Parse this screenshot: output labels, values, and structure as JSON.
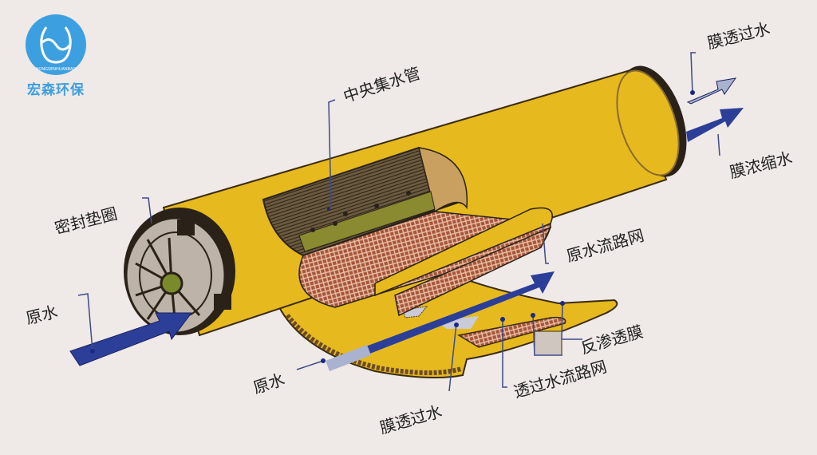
{
  "brand": {
    "name": "宏森环保",
    "ring_text": "HONGSENHUANBAO",
    "color": "#3c9fe0"
  },
  "diagram": {
    "subject": "Spiral-wound reverse osmosis membrane element (cutaway)",
    "colors": {
      "background": "#efe9e7",
      "shell_yellow": "#e6b91e",
      "shell_outline": "#3a2a10",
      "mesh_brown": "#a8553a",
      "feed_arrow_blue": "#2c3f98",
      "permeate_arrow_grey": "#a9b2cf",
      "endcap_grey": "#bdb3a8"
    },
    "labels": {
      "permeate_out_top": "膜透过水",
      "concentrate_out": "膜浓缩水",
      "center_tube": "中央集水管",
      "seal_ring": "密封垫圈",
      "feed_in_left": "原水",
      "feed_spacer": "原水流路网",
      "feed_in_bottom": "原水",
      "ro_membrane": "反渗透膜",
      "permeate_spacer": "透过水流路网",
      "permeate_bottom": "膜透过水"
    }
  }
}
